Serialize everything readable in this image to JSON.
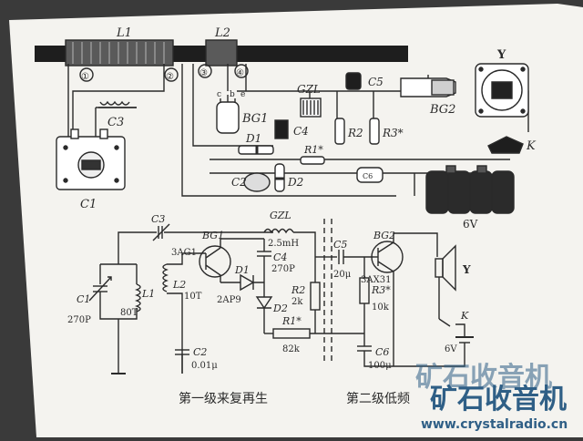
{
  "bom": {
    "labels": {
      "L1": "L1",
      "L2": "L2",
      "t1": "①",
      "t2": "②",
      "t3": "③",
      "t4": "④",
      "C3": "C3",
      "C1": "C1",
      "BG1": "BG1",
      "C4": "C4",
      "GZL": "GZL",
      "D1": "D1",
      "D2": "D2",
      "C2": "C2",
      "R2": "R2",
      "R3": "R3*",
      "R1": "R1*",
      "C5": "C5",
      "C6": "C6",
      "BG2": "BG2",
      "Y": "Y",
      "K": "K",
      "batt": "6V",
      "pin_c": "c",
      "pin_b": "b",
      "pin_e": "e"
    }
  },
  "schematic": {
    "labels": {
      "C3": "C3",
      "GZL": "GZL",
      "gzl_val": "2.5mH",
      "BG1": "BG1",
      "bg1_type": "3AG1",
      "C4": "C4",
      "c4_val": "270P",
      "C5": "C5",
      "c5_val": "20μ",
      "BG2": "BG2",
      "bg2_type": "3AX31",
      "Y": "Y",
      "L2": "L2",
      "l2_val": "10T",
      "D1": "D1",
      "d1_type": "2AP9",
      "D2": "D2",
      "R2": "R2",
      "r2_val": "2k",
      "R3": "R3*",
      "r3_val": "10k",
      "C1": "C1",
      "c1_val": "270P",
      "L1": "L1",
      "l1_val": "80T",
      "R1": "R1*",
      "r1_val": "82k",
      "K": "K",
      "batt": "6V",
      "C2": "C2",
      "c2_val": "0.01μ",
      "C6": "C6",
      "c6_val": "100μ"
    }
  },
  "captions": {
    "stage1": "第一级来复再生",
    "stage2": "第二级低频"
  },
  "watermark": {
    "title": "矿石收音机",
    "url": "www.crystalradio.cn"
  },
  "colors": {
    "paper": "#f4f3ef",
    "ink": "#2a2a2a",
    "watermark": "#2f5f86"
  }
}
